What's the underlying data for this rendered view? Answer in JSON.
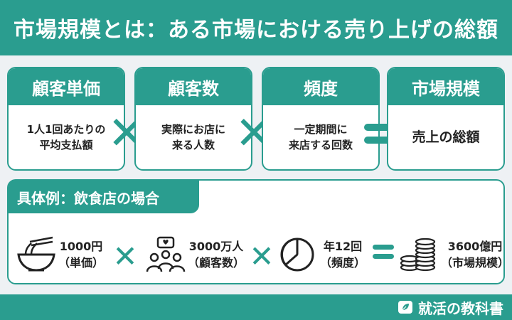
{
  "title": "市場規模とは：ある市場における売り上げの総額",
  "formula": {
    "cards": [
      {
        "head": "顧客単価",
        "body": [
          "1人1回あたりの",
          "平均支払額"
        ]
      },
      {
        "head": "顧客数",
        "body": [
          "実際にお店に",
          "来る人数"
        ]
      },
      {
        "head": "頻度",
        "body": [
          "一定期間に",
          "来店する回数"
        ]
      },
      {
        "head": "市場規模",
        "body": [
          "売上の総額"
        ]
      }
    ],
    "times": "✕",
    "accent_color": "#2a9d8f"
  },
  "example": {
    "head": "具体例：飲食店の場合",
    "items": [
      {
        "value": "1000円",
        "label": "（単価）",
        "icon": "ramen-bowl-icon"
      },
      {
        "value": "3000万人",
        "label": "（顧客数）",
        "icon": "people-group-icon"
      },
      {
        "value": "年12回",
        "label": "（頻度）",
        "icon": "clock-pie-icon"
      },
      {
        "value": "3600億円",
        "label": "（市場規模）",
        "icon": "coin-stack-icon"
      }
    ]
  },
  "footer": {
    "brand": "就活の教科書",
    "brand_icon": "book-leaf-icon"
  }
}
